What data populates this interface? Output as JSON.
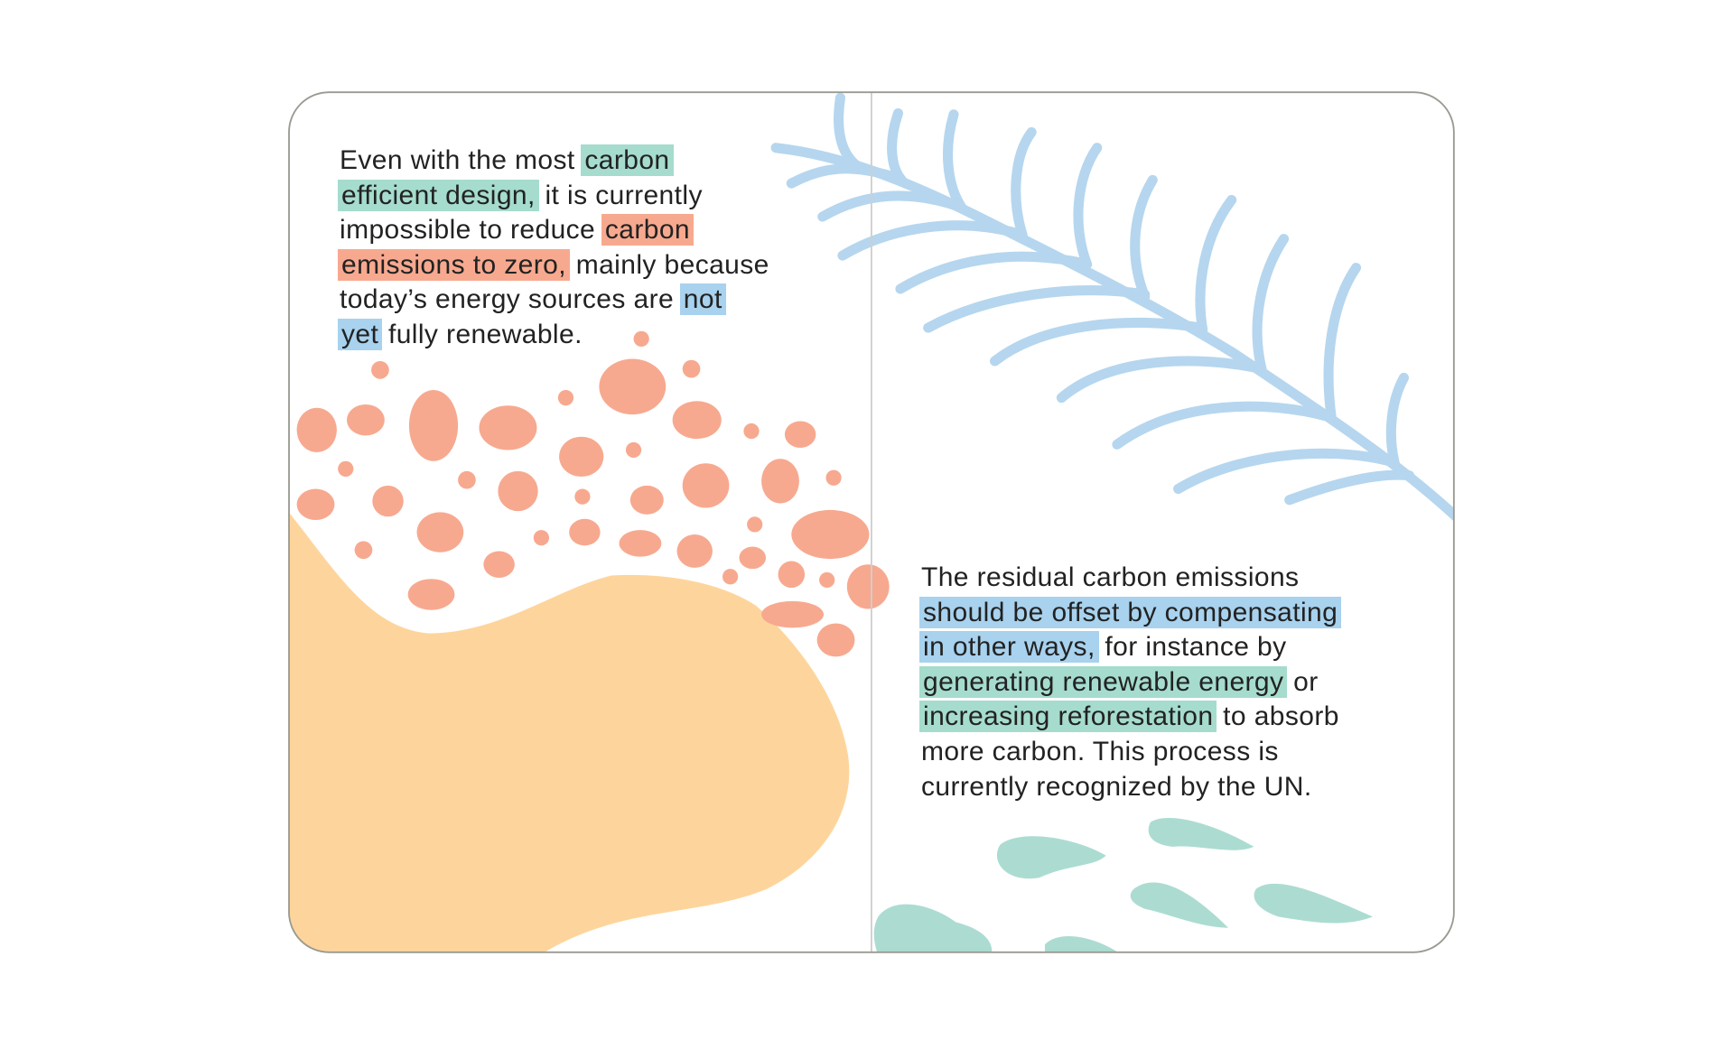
{
  "colors": {
    "green": "#a5dccd",
    "orange": "#f7a98f",
    "blue": "#a8d2ee",
    "yellow": "#fdd59c",
    "fern": "#b5d6ee",
    "leaf": "#acdcd1",
    "border": "#9a9a92"
  },
  "left_text": {
    "lines": [
      [
        {
          "t": "Even with the most "
        },
        {
          "t": "carbon",
          "hl": "green"
        }
      ],
      [
        {
          "t": "efficient design,",
          "hl": "green"
        },
        {
          "t": " it is currently"
        }
      ],
      [
        {
          "t": "impossible to reduce "
        },
        {
          "t": "carbon",
          "hl": "orange"
        }
      ],
      [
        {
          "t": "emissions to zero,",
          "hl": "orange"
        },
        {
          "t": " mainly because"
        }
      ],
      [
        {
          "t": "today’s energy sources are "
        },
        {
          "t": "not",
          "hl": "blue"
        }
      ],
      [
        {
          "t": "yet",
          "hl": "blue"
        },
        {
          "t": " fully renewable."
        }
      ]
    ]
  },
  "right_text": {
    "lines": [
      [
        {
          "t": "The residual carbon emissions"
        }
      ],
      [
        {
          "t": "should be offset by compensating",
          "hl": "blue"
        }
      ],
      [
        {
          "t": "in other ways,",
          "hl": "blue"
        },
        {
          "t": " for instance by"
        }
      ],
      [
        {
          "t": "generating renewable energy",
          "hl": "green"
        },
        {
          "t": " or"
        }
      ],
      [
        {
          "t": "increasing reforestation",
          "hl": "green"
        },
        {
          "t": " to absorb"
        }
      ],
      [
        {
          "t": "more carbon. This process is"
        }
      ],
      [
        {
          "t": "currently recognized by the UN."
        }
      ]
    ]
  }
}
